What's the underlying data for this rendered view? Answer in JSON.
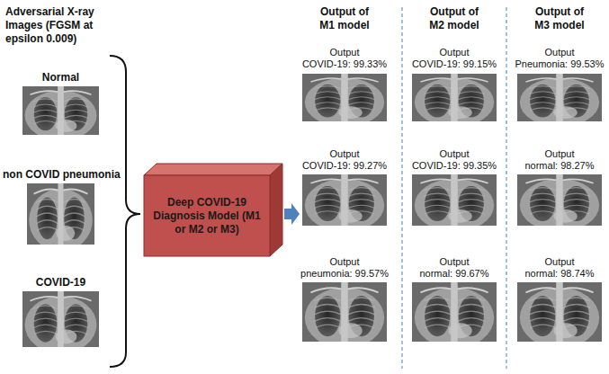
{
  "diagram": {
    "nodes": [
      {
        "text": [
          "Deep COVID-19 Diagnosis Model (M1 or M2 or M3)"
        ]
      }
    ],
    "labels": [
      "Adversarial X-ray Images (FGSM at epsilon 0.009)",
      "Normal",
      "non COVID pneumonia",
      "COVID-19",
      "Output of M1 model",
      "Output of M2 model",
      "Output of M3 model",
      "Output",
      "COVID-19: 99.33%",
      "Output",
      "COVID-19: 99.27%",
      "Output",
      "pneumonia: 99.57%",
      "Output",
      "COVID-19: 99.15%",
      "Output",
      "COVID-19: 99.35%",
      "Output",
      "normal: 99.67%",
      "Output",
      "Pneumonia: 99.53%",
      "Output",
      "normal: 98.27%",
      "Output",
      "normal: 98.74%"
    ]
  }
}
